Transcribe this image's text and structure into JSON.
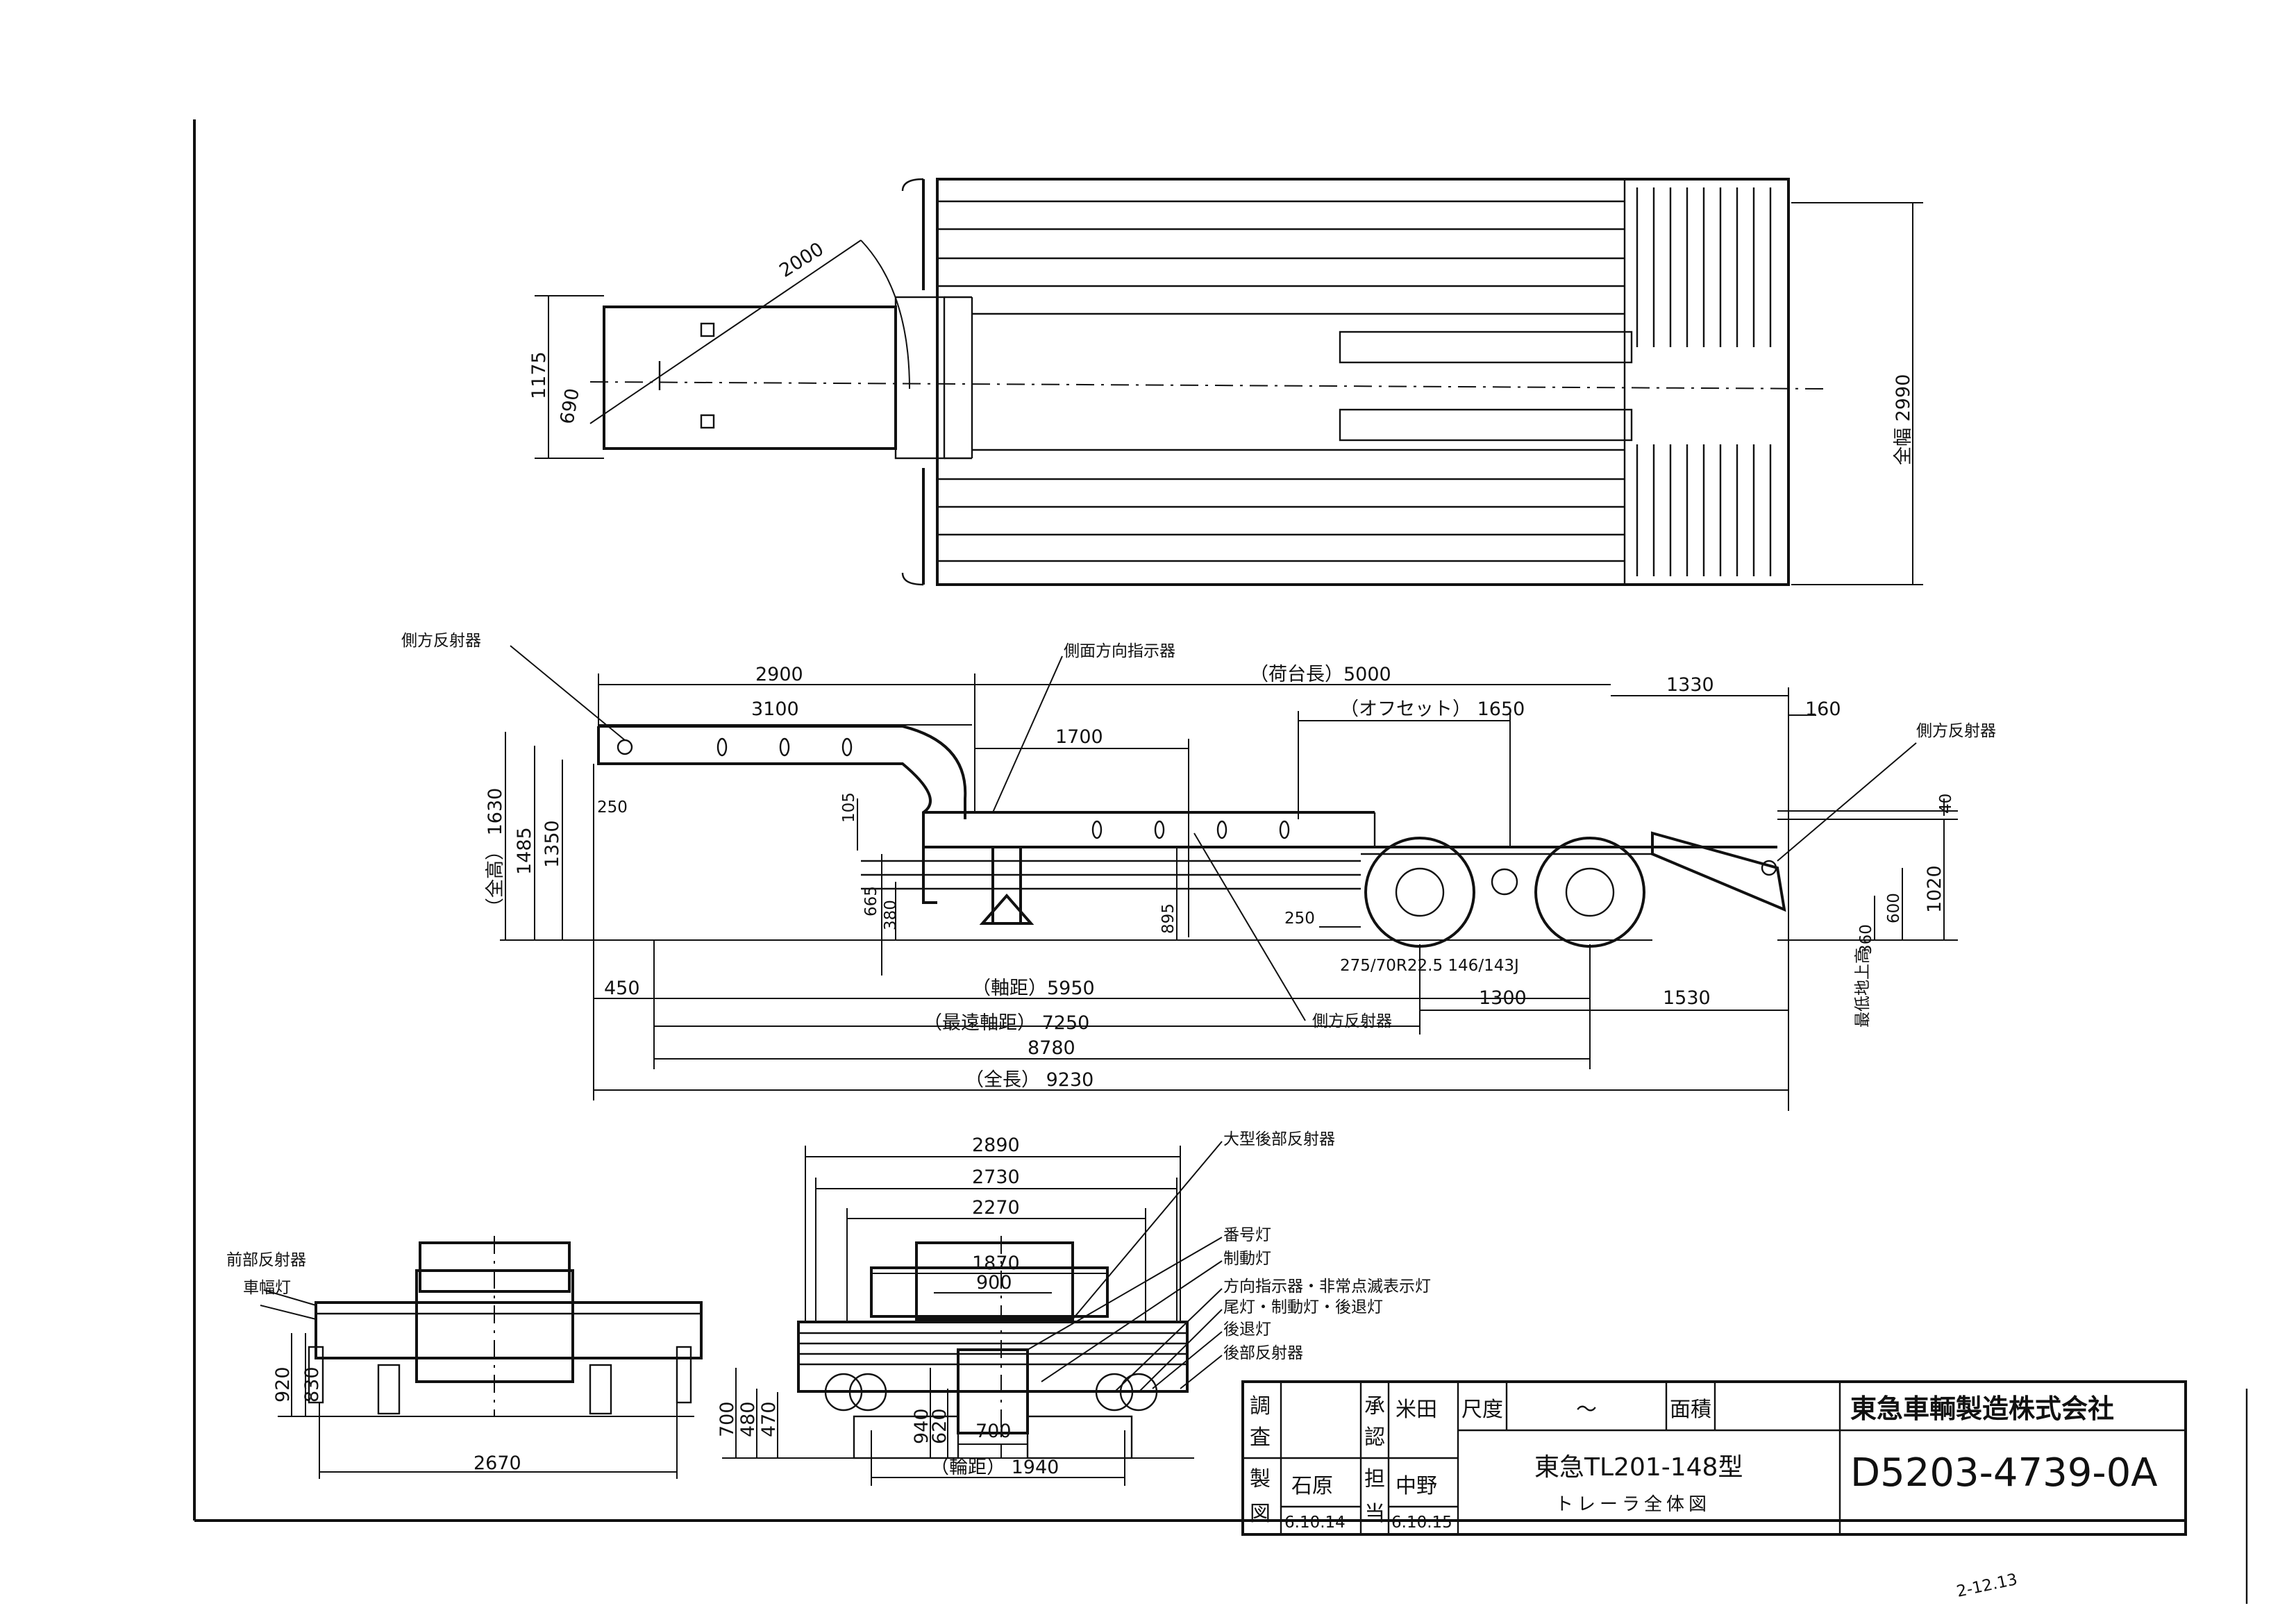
{
  "top_view": {
    "dim_2000": "2000",
    "dim_1175": "1175",
    "dim_690": "690",
    "dim_2990": "全幅 2990"
  },
  "side_view": {
    "label_reflector_front": "側方反射器",
    "label_turn_signal": "側面方向指示器",
    "label_reflector_rear": "側方反射器",
    "label_reflector_mid": "側方反射器",
    "dim_2900": "2900",
    "dim_3100": "3100",
    "dim_deck": "（荷台長）5000",
    "dim_1330": "1330",
    "dim_160": "160",
    "dim_offset": "（オフセット） 1650",
    "dim_1700": "1700",
    "dim_1630": "（全高） 1630",
    "dim_1485": "1485",
    "dim_1350": "1350",
    "dim_250a": "250",
    "dim_105": "105",
    "dim_665": "665",
    "dim_380": "380",
    "dim_895": "895",
    "dim_250b": "250",
    "dim_40": "40",
    "dim_1020": "1020",
    "dim_600": "600",
    "dim_360": "360",
    "dim_ground": "最低地上高",
    "tire_spec": "275/70R22.5 146/143J",
    "dim_450": "450",
    "dim_wheelbase": "（軸距）5950",
    "dim_7250": "（最遠軸距） 7250",
    "dim_1300": "1300",
    "dim_1530": "1530",
    "dim_8780": "8780",
    "dim_overall": "（全長） 9230"
  },
  "rear_views": {
    "left_label_1": "前部反射器",
    "left_label_2": "車幅灯",
    "dim_920": "920",
    "dim_830": "830",
    "dim_2670": "2670",
    "label_large_reflector": "大型後部反射器",
    "label_plate_lamp": "番号灯",
    "label_stop_lamp": "制動灯",
    "label_turn_combo": "方向指示器・非常点滅表示灯",
    "label_tail_lamp": "尾灯・制動灯・後退灯",
    "label_backup": "後退灯",
    "label_rear_reflector": "後部反射器",
    "dim_2890": "2890",
    "dim_2730": "2730",
    "dim_2270": "2270",
    "dim_1870": "1870",
    "dim_900": "900",
    "dim_700v": "700",
    "dim_480": "480",
    "dim_470": "470",
    "dim_940": "940",
    "dim_620": "620",
    "dim_700h": "700",
    "dim_track": "（輪距） 1940"
  },
  "title_block": {
    "chosa_1": "調",
    "chosa_2": "査",
    "shonin_1": "承",
    "shonin_2": "認",
    "shonin_sign": "米田",
    "shakudo": "尺度",
    "scale_value": "～",
    "menseki": "面積",
    "company": "東急車輌製造株式会社",
    "hozu_1": "製",
    "hozu_2": "図",
    "hozu_sign": "石原",
    "hozu_date": "6.10.14",
    "tanto_1": "担",
    "tanto_2": "当",
    "tanto_sign": "中野",
    "tanto_date": "6.10.15",
    "model": "東急TL201-148型",
    "subtitle": "トレーラ全体図",
    "drawing_no": "D5203-4739-0A",
    "margin_note": "2-12.13"
  }
}
